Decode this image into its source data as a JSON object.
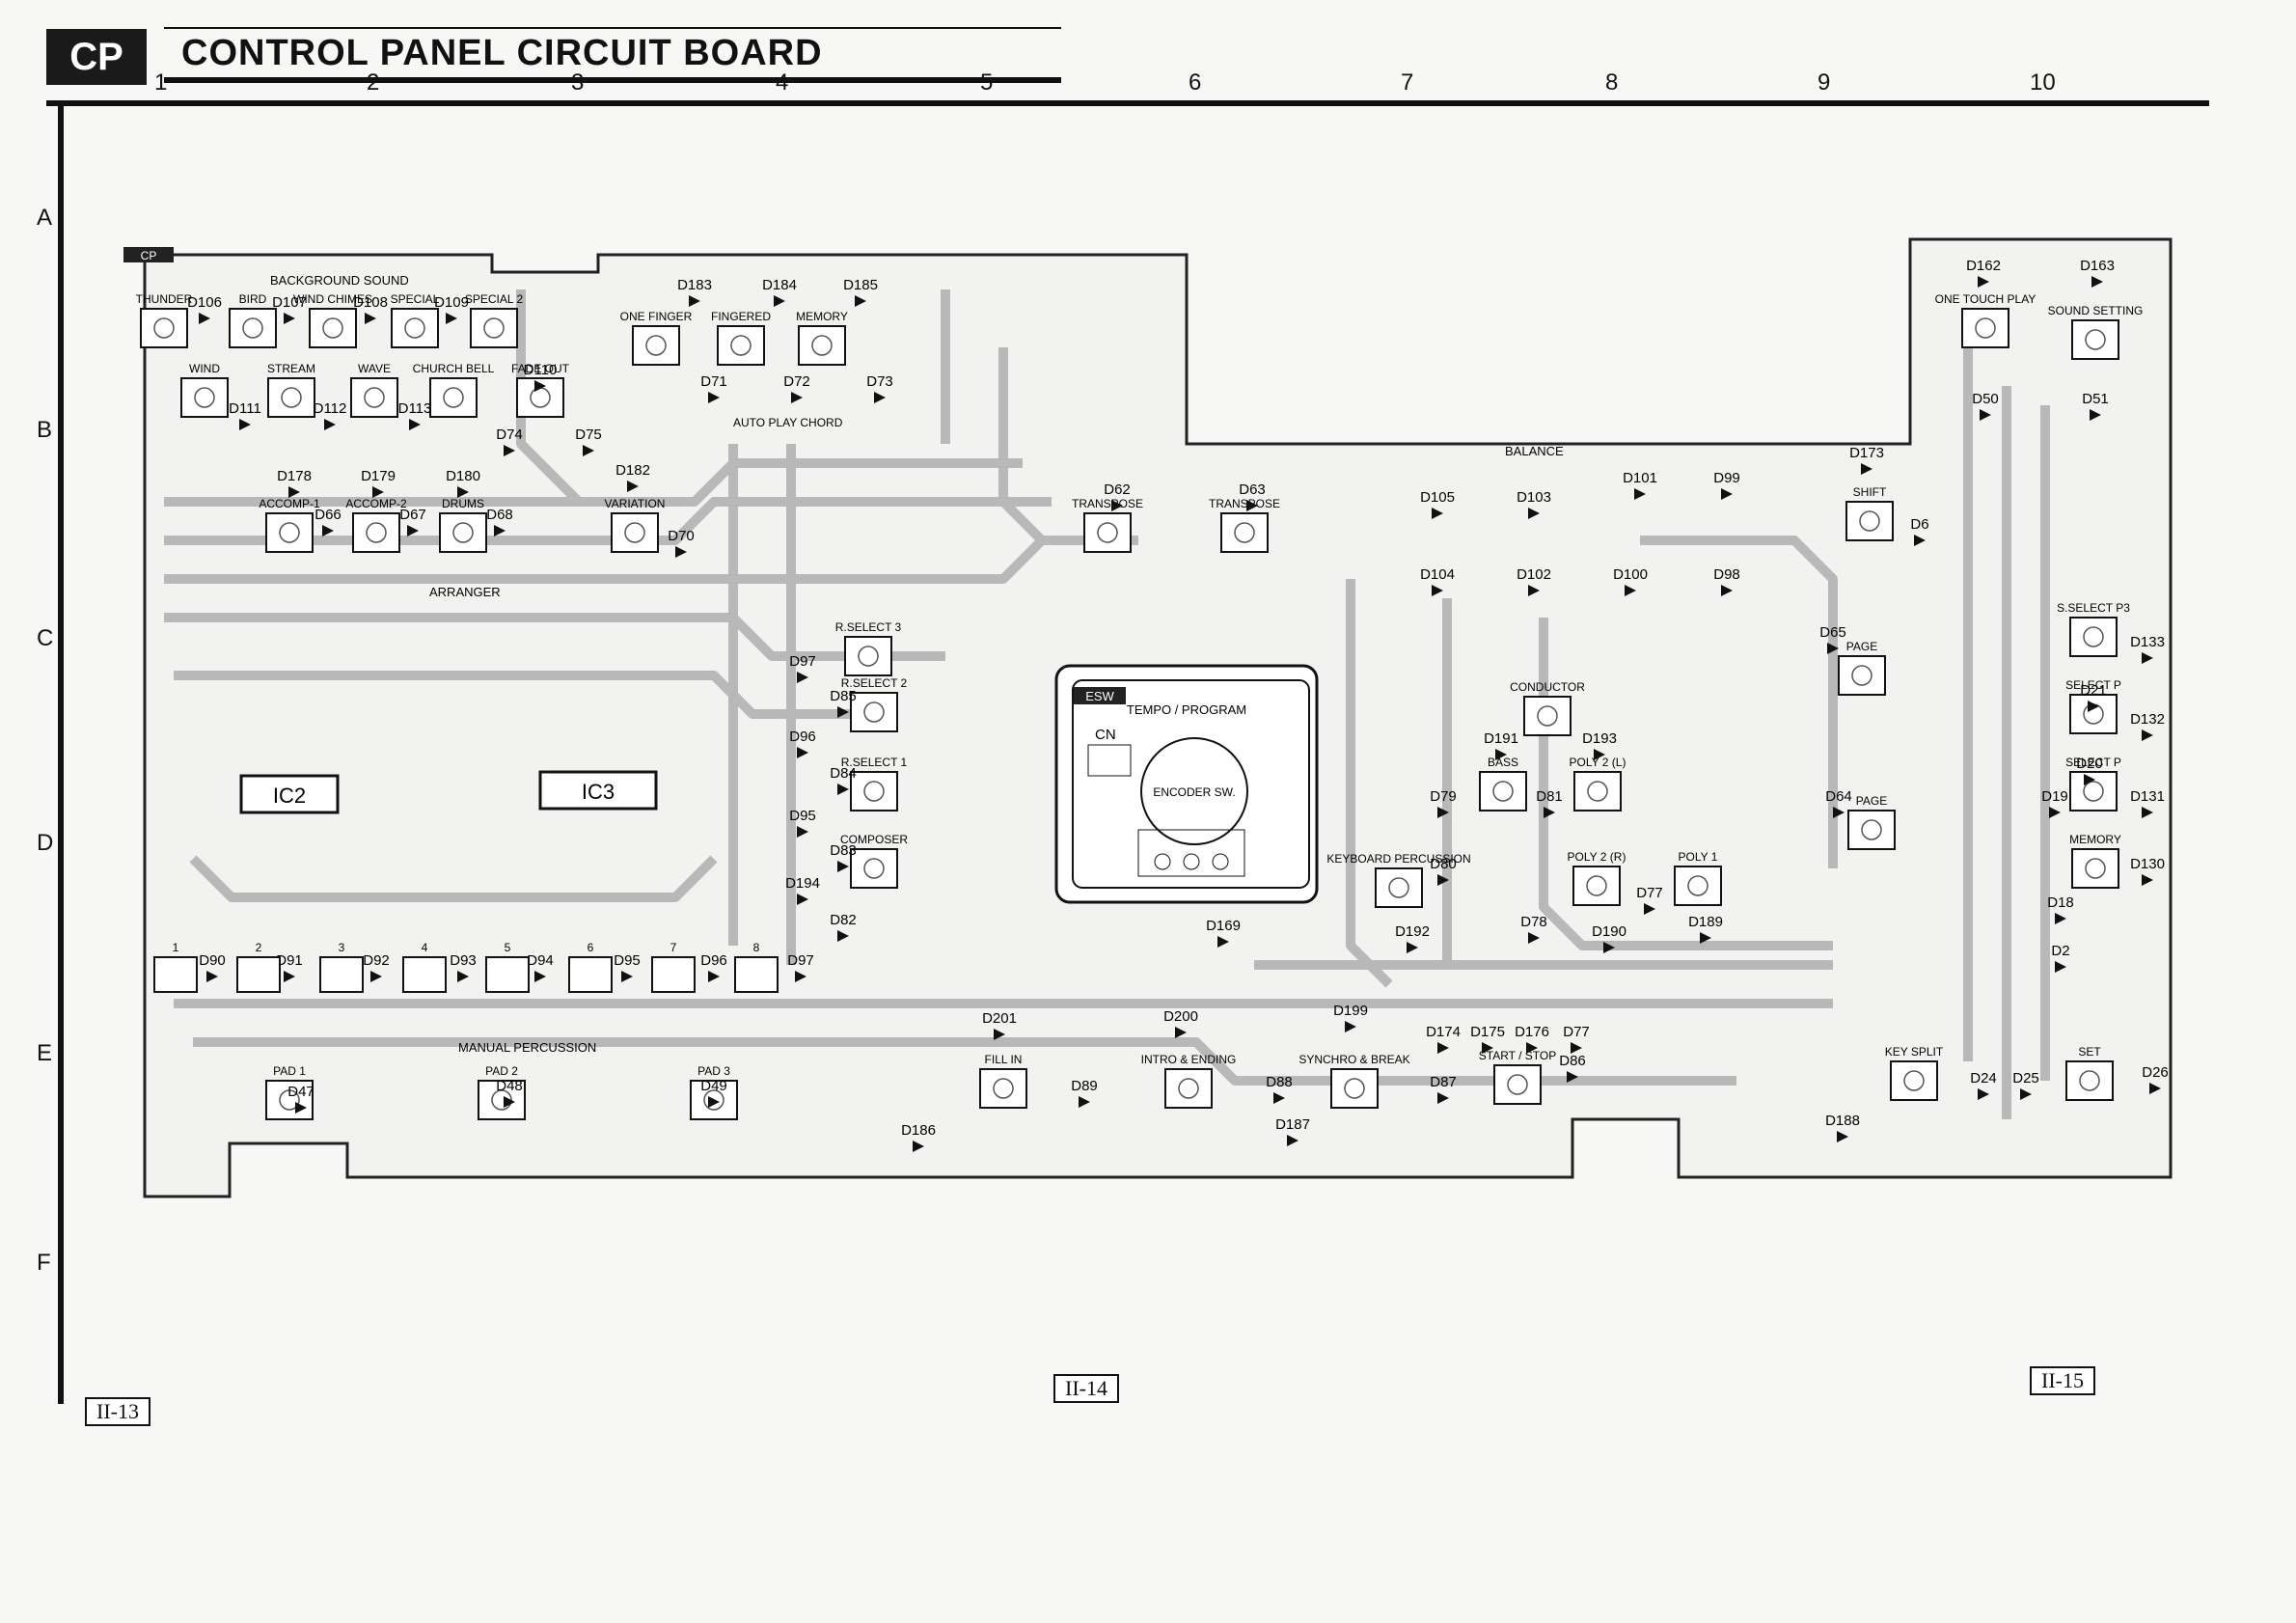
{
  "header": {
    "badge": "CP",
    "title": "CONTROL PANEL CIRCUIT BOARD"
  },
  "columns": [
    "1",
    "2",
    "3",
    "4",
    "5",
    "6",
    "7",
    "8",
    "9",
    "10"
  ],
  "rows": [
    "A",
    "B",
    "C",
    "D",
    "E",
    "F"
  ],
  "board_tag": "CP",
  "page_numbers": [
    "II-13",
    "II-14",
    "II-15"
  ],
  "labels": {
    "background_sound": "BACKGROUND SOUND",
    "auto_play_chord": "AUTO PLAY CHORD",
    "arranger": "ARRANGER",
    "balance": "BALANCE",
    "manual_percussion": "MANUAL PERCUSSION",
    "esw_tag": "ESW",
    "tempo_program": "TEMPO / PROGRAM",
    "encoder": "ENCODER SW.",
    "cn": "CN",
    "ic2": "IC2",
    "ic3": "IC3"
  },
  "switches": [
    {
      "id": "thunder",
      "label": "THUNDER"
    },
    {
      "id": "bird",
      "label": "BIRD"
    },
    {
      "id": "wind-chimes",
      "label": "WIND CHIMES"
    },
    {
      "id": "special",
      "label": "SPECIAL"
    },
    {
      "id": "special-2",
      "label": "SPECIAL 2"
    },
    {
      "id": "wind",
      "label": "WIND"
    },
    {
      "id": "stream",
      "label": "STREAM"
    },
    {
      "id": "wave",
      "label": "WAVE"
    },
    {
      "id": "church-bell",
      "label": "CHURCH BELL"
    },
    {
      "id": "fade-out",
      "label": "FADE OUT"
    },
    {
      "id": "one-finger",
      "label": "ONE FINGER"
    },
    {
      "id": "fingered",
      "label": "FINGERED"
    },
    {
      "id": "memory-apc",
      "label": "MEMORY"
    },
    {
      "id": "accomp-1",
      "label": "ACCOMP-1"
    },
    {
      "id": "accomp-2",
      "label": "ACCOMP-2"
    },
    {
      "id": "drums",
      "label": "DRUMS"
    },
    {
      "id": "variation",
      "label": "VARIATION"
    },
    {
      "id": "transpose-down",
      "label": "TRANSPOSE"
    },
    {
      "id": "transpose-up",
      "label": "TRANSPOSE"
    },
    {
      "id": "r-select-3",
      "label": "R.SELECT 3"
    },
    {
      "id": "r-select-2",
      "label": "R.SELECT 2"
    },
    {
      "id": "r-select-1",
      "label": "R.SELECT 1"
    },
    {
      "id": "composer",
      "label": "COMPOSER"
    },
    {
      "id": "conductor",
      "label": "CONDUCTOR"
    },
    {
      "id": "bass",
      "label": "BASS"
    },
    {
      "id": "poly-2-l",
      "label": "POLY 2 (L)"
    },
    {
      "id": "keyboard-percussion",
      "label": "KEYBOARD PERCUSSION"
    },
    {
      "id": "poly-2-r",
      "label": "POLY 2 (R)"
    },
    {
      "id": "poly-1",
      "label": "POLY 1"
    },
    {
      "id": "shift",
      "label": "SHIFT"
    },
    {
      "id": "page-up",
      "label": "PAGE"
    },
    {
      "id": "page-down",
      "label": "PAGE"
    },
    {
      "id": "one-touch-play",
      "label": "ONE TOUCH PLAY"
    },
    {
      "id": "sound-setting",
      "label": "SOUND SETTING"
    },
    {
      "id": "s-select-p3",
      "label": "S.SELECT P3"
    },
    {
      "id": "select-p",
      "label": "SELECT P"
    },
    {
      "id": "select-p1",
      "label": "SELECT P"
    },
    {
      "id": "memory",
      "label": "MEMORY"
    },
    {
      "id": "pad-1",
      "label": "PAD 1"
    },
    {
      "id": "pad-2",
      "label": "PAD 2"
    },
    {
      "id": "pad-3",
      "label": "PAD 3"
    },
    {
      "id": "fill-in",
      "label": "FILL IN"
    },
    {
      "id": "intro-ending",
      "label": "INTRO & ENDING"
    },
    {
      "id": "synchro-break",
      "label": "SYNCHRO & BREAK"
    },
    {
      "id": "start-stop",
      "label": "START / STOP"
    },
    {
      "id": "key-split",
      "label": "KEY SPLIT"
    },
    {
      "id": "set",
      "label": "SET"
    }
  ],
  "diode_labels": [
    "D106",
    "D107",
    "D108",
    "D109",
    "D183",
    "D184",
    "D185",
    "D111",
    "D112",
    "D113",
    "D110",
    "D74",
    "D75",
    "D71",
    "D72",
    "D73",
    "D178",
    "D179",
    "D180",
    "D182",
    "D66",
    "D67",
    "D68",
    "D70",
    "D62",
    "D63",
    "D105",
    "D103",
    "D101",
    "D99",
    "D104",
    "D102",
    "D100",
    "D98",
    "D173",
    "D6",
    "D162",
    "D163",
    "D50",
    "D51",
    "D97",
    "D85",
    "D96",
    "D84",
    "D95",
    "D83",
    "D194",
    "D82",
    "D191",
    "D193",
    "D79",
    "D81",
    "D80",
    "D78",
    "D77",
    "D192",
    "D190",
    "D189",
    "D65",
    "D64",
    "D169",
    "D90",
    "D91",
    "D92",
    "D93",
    "D94",
    "D95",
    "D96",
    "D97",
    "D201",
    "D200",
    "D199",
    "D174",
    "D175",
    "D176",
    "D77",
    "D86",
    "D47",
    "D48",
    "D49",
    "D89",
    "D88",
    "D87",
    "D186",
    "D187",
    "D188",
    "D24",
    "D25",
    "D21",
    "D20",
    "D19",
    "D18",
    "D2",
    "D26",
    "D130",
    "D131",
    "D132",
    "D133"
  ],
  "numbered_switches": [
    "1",
    "2",
    "3",
    "4",
    "5",
    "6",
    "7",
    "8"
  ]
}
